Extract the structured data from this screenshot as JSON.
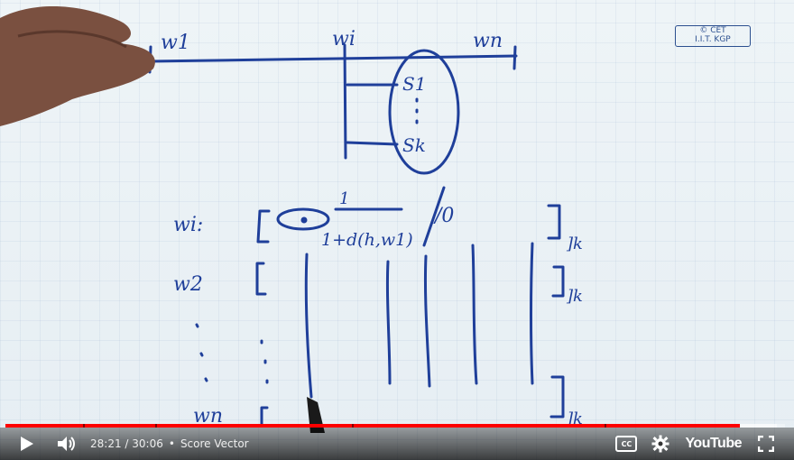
{
  "video": {
    "handwritten": {
      "top_left_word": "w1",
      "top_mid_word": "wi",
      "top_right_word": "wn",
      "s1": "S1",
      "sk": "Sk",
      "row1_label": "wi:",
      "row2_label": "w2",
      "row3_label": "wn",
      "numerator": "1",
      "denominator": "1+d(h,w1)",
      "slash_zero": "/0",
      "bracket_k": "]k"
    },
    "watermark": {
      "line1": "© CET",
      "line2": "I.I.T. KGP"
    }
  },
  "player": {
    "time_current": "28:21",
    "time_separator": " / ",
    "time_total": "30:06",
    "chapter_separator": "•",
    "chapter_title": "Score Vector",
    "progress_fraction": 0.942,
    "buffered_fraction": 0.99,
    "brand": "YouTube",
    "cc_label": "CC",
    "colors": {
      "played": "#ff0000",
      "controls_text": "#ffffff"
    },
    "icons": [
      "play-icon",
      "volume-icon",
      "cc-icon",
      "gear-icon",
      "youtube-logo",
      "fullscreen-icon"
    ]
  }
}
